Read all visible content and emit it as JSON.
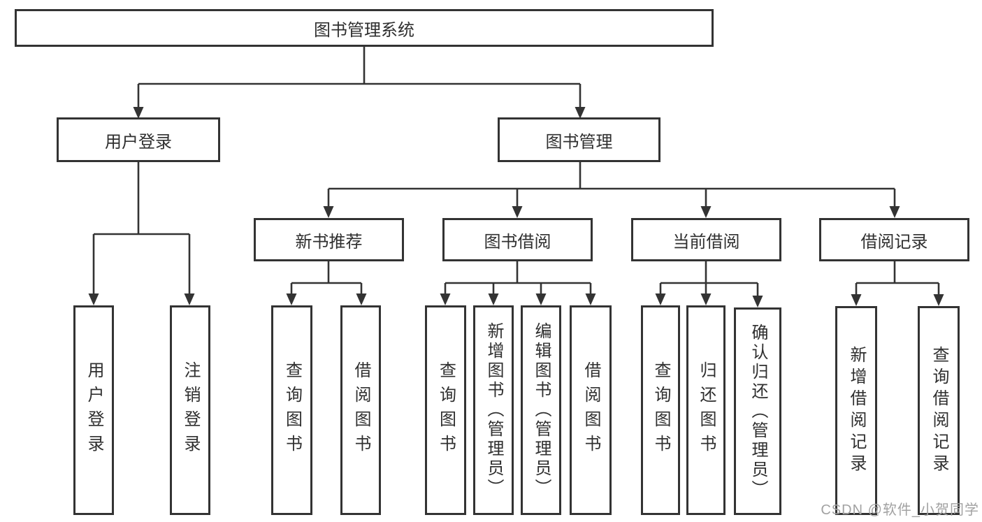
{
  "diagram": {
    "type": "hierarchy-diagram",
    "watermark": "CSDN @软件_小贺同学",
    "colors": {
      "line": "#333333",
      "box_border": "#333333",
      "text": "#2f2f2f",
      "watermark": "#a2a2a2",
      "background": "#ffffff"
    },
    "nodes": [
      {
        "id": "root",
        "label": "图书管理系统",
        "level": 1,
        "parent": null
      },
      {
        "id": "user-login",
        "label": "用户登录",
        "level": 2,
        "parent": "root"
      },
      {
        "id": "book-management",
        "label": "图书管理",
        "level": 2,
        "parent": "root"
      },
      {
        "id": "new-book-recommend",
        "label": "新书推荐",
        "level": 3,
        "parent": "book-management"
      },
      {
        "id": "book-borrowing",
        "label": "图书借阅",
        "level": 3,
        "parent": "book-management"
      },
      {
        "id": "current-borrowing",
        "label": "当前借阅",
        "level": 3,
        "parent": "book-management"
      },
      {
        "id": "borrowing-records",
        "label": "借阅记录",
        "level": 3,
        "parent": "book-management"
      },
      {
        "id": "user-login-leaf",
        "label": "用户登录",
        "level": 4,
        "parent": "user-login"
      },
      {
        "id": "logout",
        "label": "注销登录",
        "level": 4,
        "parent": "user-login"
      },
      {
        "id": "query-book-1",
        "label": "查询图书",
        "level": 4,
        "parent": "new-book-recommend"
      },
      {
        "id": "borrow-book-1",
        "label": "借阅图书",
        "level": 4,
        "parent": "new-book-recommend"
      },
      {
        "id": "query-book-2",
        "label": "查询图书",
        "level": 4,
        "parent": "book-borrowing"
      },
      {
        "id": "add-book-admin",
        "label": "新增图书（管理员）",
        "level": 4,
        "parent": "book-borrowing"
      },
      {
        "id": "edit-book-admin",
        "label": "编辑图书（管理员）",
        "level": 4,
        "parent": "book-borrowing"
      },
      {
        "id": "borrow-book-2",
        "label": "借阅图书",
        "level": 4,
        "parent": "book-borrowing"
      },
      {
        "id": "query-book-3",
        "label": "查询图书",
        "level": 4,
        "parent": "current-borrowing"
      },
      {
        "id": "return-book",
        "label": "归还图书",
        "level": 4,
        "parent": "current-borrowing"
      },
      {
        "id": "confirm-return-admin",
        "label": "确认归还（管理员）",
        "level": 4,
        "parent": "current-borrowing"
      },
      {
        "id": "add-borrow-record",
        "label": "新增借阅记录",
        "level": 4,
        "parent": "borrowing-records"
      },
      {
        "id": "query-borrow-record",
        "label": "查询借阅记录",
        "level": 4,
        "parent": "borrowing-records"
      }
    ]
  }
}
